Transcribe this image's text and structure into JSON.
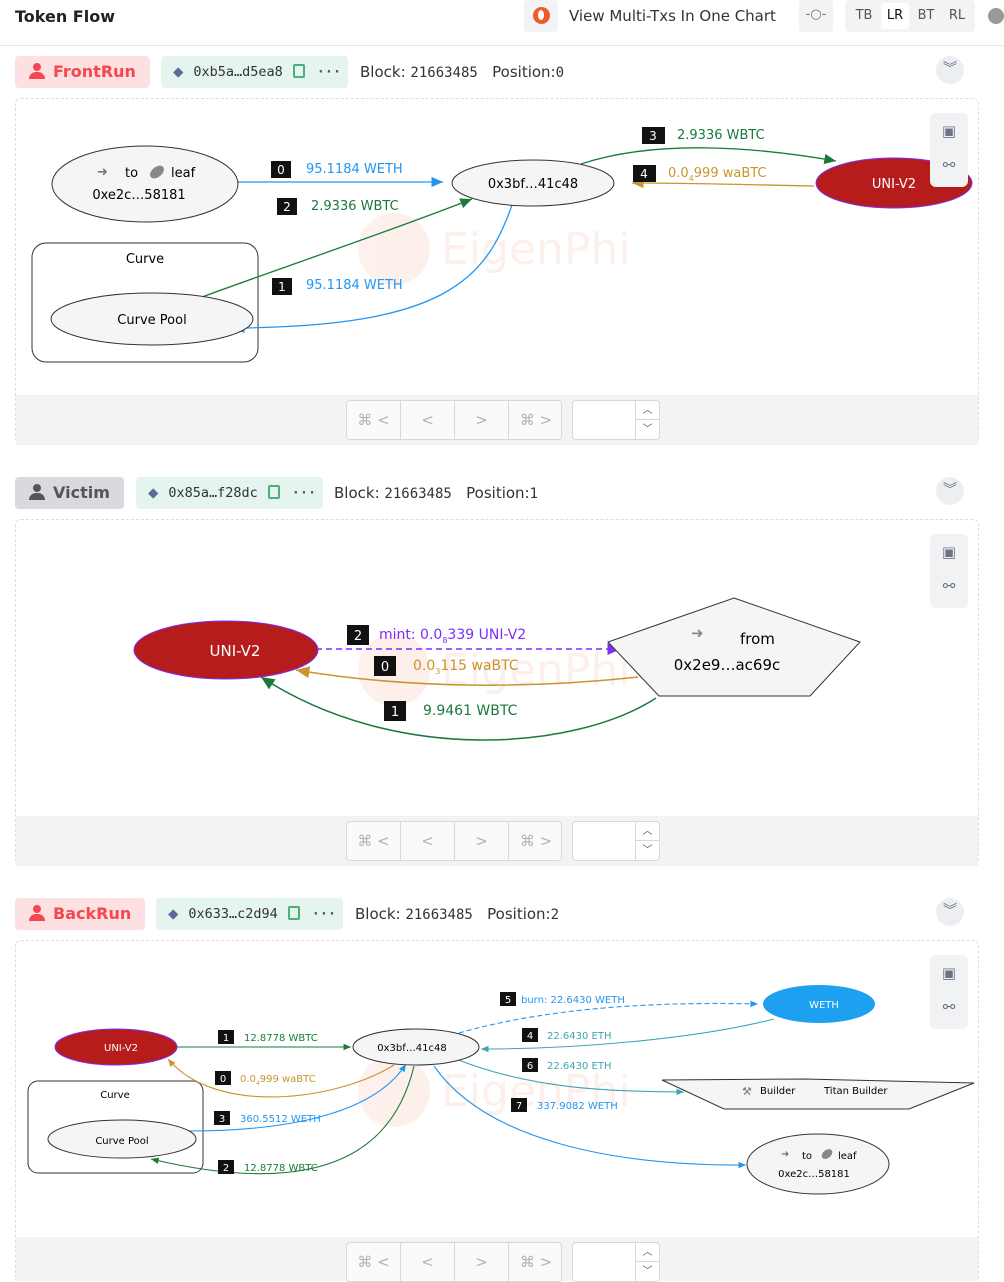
{
  "header": {
    "title": "Token Flow",
    "multi_label": "View Multi-Txs In One Chart",
    "directions": [
      "TB",
      "LR",
      "BT",
      "RL"
    ],
    "active_direction": "LR"
  },
  "watermark": "EigenPhi",
  "pager_icons": [
    "⌘ <",
    "<",
    ">",
    "⌘ >"
  ],
  "sections": [
    {
      "role": "FrontRun",
      "tx": "0xb5a…d5ea8",
      "block_label": "Block:",
      "block": "21663485",
      "position_label": "Position:",
      "position": "0",
      "nodes": {
        "leaf_to": "to",
        "leaf_leaf": "leaf",
        "leaf_addr": "0xe2c…58181",
        "center": "0x3bf…41c48",
        "uni": "UNI-V2",
        "cluster": "Curve",
        "pool": "Curve Pool"
      },
      "edges": [
        {
          "idx": "0",
          "label": "95.1184 WETH"
        },
        {
          "idx": "2",
          "label": "2.9336 WBTC"
        },
        {
          "idx": "1",
          "label": "95.1184 WETH"
        },
        {
          "idx": "3",
          "label": "2.9336 WBTC"
        },
        {
          "idx": "4",
          "label": "0.0",
          "sub": "4",
          "label2": "999 waBTC"
        }
      ]
    },
    {
      "role": "Victim",
      "tx": "0x85a…f28dc",
      "block_label": "Block:",
      "block": "21663485",
      "position_label": "Position:",
      "position": "1",
      "nodes": {
        "uni": "UNI-V2",
        "from": "from",
        "from_addr": "0x2e9…ac69c"
      },
      "edges": [
        {
          "idx": "2",
          "label": "mint:  0.0",
          "sub": "8",
          "label2": "339 UNI-V2"
        },
        {
          "idx": "0",
          "label": "0.0",
          "sub": "3",
          "label2": "115 waBTC"
        },
        {
          "idx": "1",
          "label": "9.9461 WBTC"
        }
      ]
    },
    {
      "role": "BackRun",
      "tx": "0x633…c2d94",
      "block_label": "Block:",
      "block": "21663485",
      "position_label": "Position:",
      "position": "2",
      "nodes": {
        "uni": "UNI-V2",
        "center": "0x3bf…41c48",
        "weth": "WETH",
        "builder_label": "Builder",
        "builder_name": "Titan Builder",
        "cluster": "Curve",
        "pool": "Curve Pool",
        "leaf_to": "to",
        "leaf_leaf": "leaf",
        "leaf_addr": "0xe2c…58181"
      },
      "edges": [
        {
          "idx": "5",
          "label": "burn:  22.6430 WETH"
        },
        {
          "idx": "1",
          "label": "12.8778 WBTC"
        },
        {
          "idx": "4",
          "label": "22.6430 ETH"
        },
        {
          "idx": "0",
          "label": "0.0",
          "sub": "4",
          "label2": "999 waBTC"
        },
        {
          "idx": "6",
          "label": "22.6430 ETH"
        },
        {
          "idx": "7",
          "label": "337.9082 WETH"
        },
        {
          "idx": "3",
          "label": "360.5512 WETH"
        },
        {
          "idx": "2",
          "label": "12.8778 WBTC"
        }
      ]
    }
  ],
  "colors": {
    "weth_blue": "#2196f3",
    "wbtc_green": "#1a7a3c",
    "wabtc_gold": "#c9952c",
    "mint_purple": "#7b2ff7",
    "eth_teal": "#3ea4b5",
    "uni_red": "#b71c1c",
    "weth_node": "#1ea0f0",
    "frontrun_red": "#f5474f"
  }
}
